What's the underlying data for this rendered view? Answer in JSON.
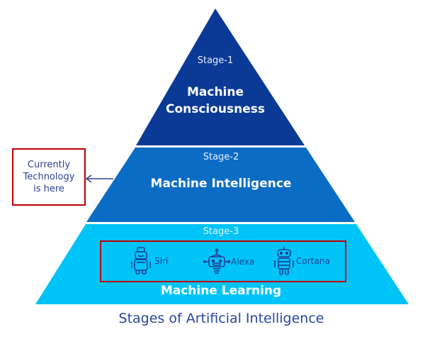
{
  "diagram": {
    "title": "Stages of Artificial Intelligence",
    "colors": {
      "stage1_fill": "#0a3a96",
      "stage2_fill": "#0b6cc4",
      "stage3_fill": "#00c4f7",
      "highlight_border": "#c00000",
      "caption_text": "#2b46a0",
      "icon_color": "#1f3f99"
    },
    "stages": [
      {
        "stage_label": "Stage-1",
        "name_line1": "Machine",
        "name_line2": "Consciousness"
      },
      {
        "stage_label": "Stage-2",
        "name": "Machine Intelligence"
      },
      {
        "stage_label": "Stage-3",
        "name": "Machine Learning",
        "examples": [
          {
            "icon": "robot-icon",
            "label": "Siri"
          },
          {
            "icon": "robot-head-icon",
            "label": "Alexa"
          },
          {
            "icon": "robot-icon",
            "label": "Cortana"
          }
        ]
      }
    ],
    "annotation": {
      "line1": "Currently",
      "line2": "Technology",
      "line3": "is here",
      "points_to": "Stage-2",
      "arrow_icon": "arrow-left-icon"
    }
  }
}
